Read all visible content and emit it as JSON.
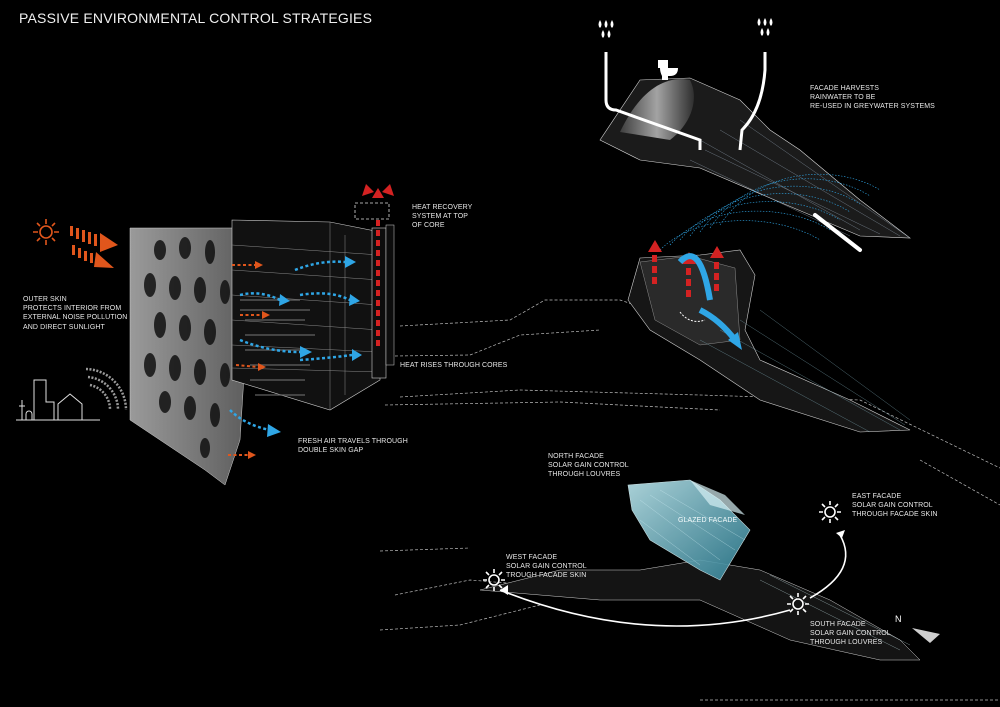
{
  "title": "PASSIVE ENVIRONMENTAL CONTROL STRATEGIES",
  "annotations": {
    "rainwater": [
      "FACADE HARVESTS",
      "RAINWATER TO BE",
      "RE-USED IN GREYWATER SYSTEMS"
    ],
    "heat_recovery": [
      "HEAT RECOVERY",
      "SYSTEM AT TOP",
      "OF CORE"
    ],
    "outer_skin": [
      "OUTER SKIN",
      "PROTECTS INTERIOR FROM",
      "EXTERNAL NOISE POLLUTION",
      "AND DIRECT SUNLIGHT"
    ],
    "heat_rises": [
      "HEAT RISES THROUGH CORES"
    ],
    "fresh_air": [
      "FRESH AIR TRAVELS THROUGH",
      "DOUBLE SKIN GAP"
    ],
    "north_facade": [
      "NORTH FACADE",
      "SOLAR GAIN CONTROL",
      "THROUGH LOUVRES"
    ],
    "glazed_facade": [
      "GLAZED FACADE"
    ],
    "east_facade": [
      "EAST FACADE",
      "SOLAR GAIN CONTROL",
      "THROUGH FACADE SKIN"
    ],
    "west_facade": [
      "WEST FACADE",
      "SOLAR GAIN CONTROL",
      "TROUGH FACADE SKIN"
    ],
    "south_facade": [
      "SOUTH FACADE",
      "SOLAR GAIN CONTROL",
      "THROUGH LOUVRES"
    ]
  },
  "north_label": "N",
  "colors": {
    "background": "#000000",
    "warm_arrow": "#e0561c",
    "cool_arrow": "#2fa6e6",
    "heat_arrow": "#d42222",
    "glazing": "#8fd3e0",
    "line": "#ffffff"
  },
  "icons": [
    "sun-icon",
    "water-drop-icon",
    "toilet-icon",
    "city-skyline-icon",
    "noise-waves-icon",
    "north-arrow-icon"
  ]
}
